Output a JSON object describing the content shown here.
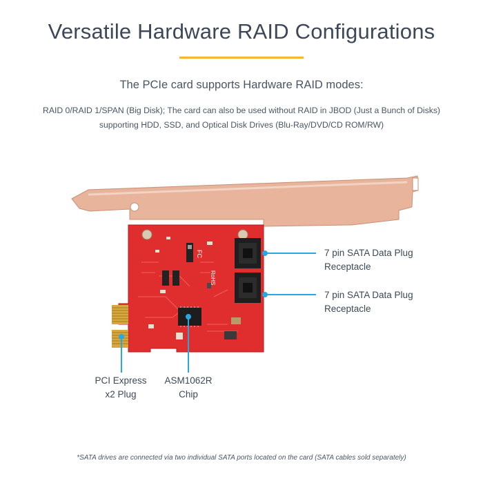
{
  "header": {
    "title": "Versatile Hardware RAID Configurations",
    "accent_color": "#f5b731"
  },
  "intro": {
    "subtitle": "The PCIe card supports Hardware RAID modes:",
    "description": "RAID 0/RAID 1/SPAN (Big Disk); The card can also be used without RAID in JBOD (Just a Bunch of Disks) supporting HDD, SSD, and Optical Disk Drives (Blu-Ray/DVD/CD ROM/RW)"
  },
  "product": {
    "board_color": "#e02d2d",
    "bracket_color": "#e8b49c",
    "callout_color": "#29a8e0",
    "board_markings": {
      "fcc": "FC",
      "rohs": "RoHS"
    }
  },
  "callouts": {
    "sata_port_1": "7 pin SATA Data Plug Receptacle",
    "sata_port_2": "7 pin SATA Data Plug Receptacle",
    "pcie": "PCI Express x2 Plug",
    "chip": "ASM1062R Chip"
  },
  "footnote": "*SATA drives are connected via two individual SATA ports located on the card (SATA cables sold separately)"
}
